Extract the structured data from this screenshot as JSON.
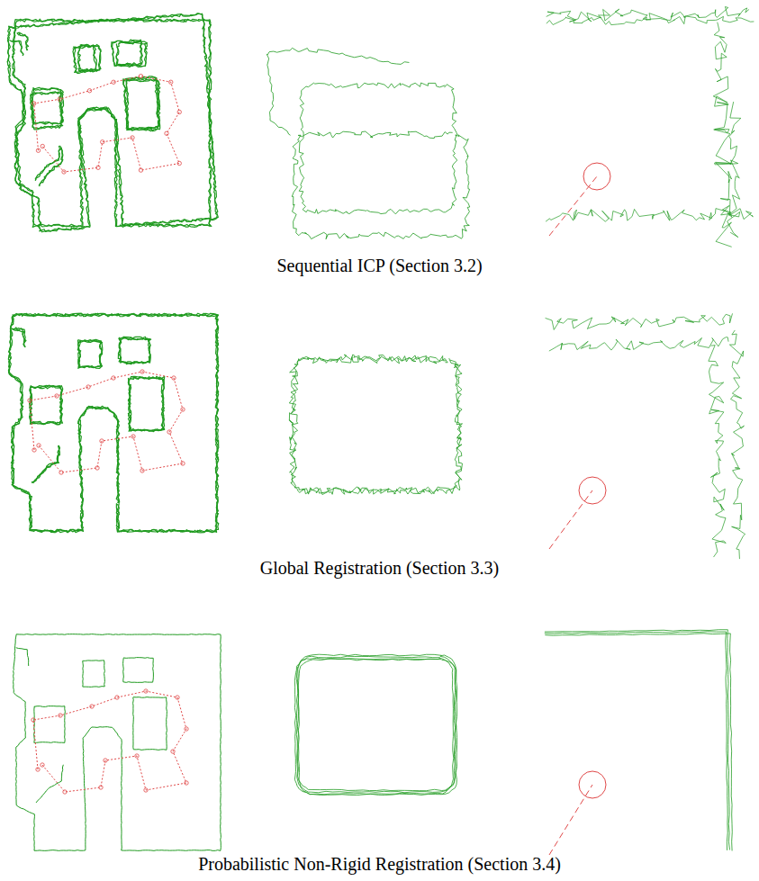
{
  "diagram": {
    "labels": [
      "Sequential ICP (Section 3.2)",
      "Global Registration (Section 3.3)",
      "Probabilistic Non-Rigid Registration (Section 3.4)"
    ]
  }
}
